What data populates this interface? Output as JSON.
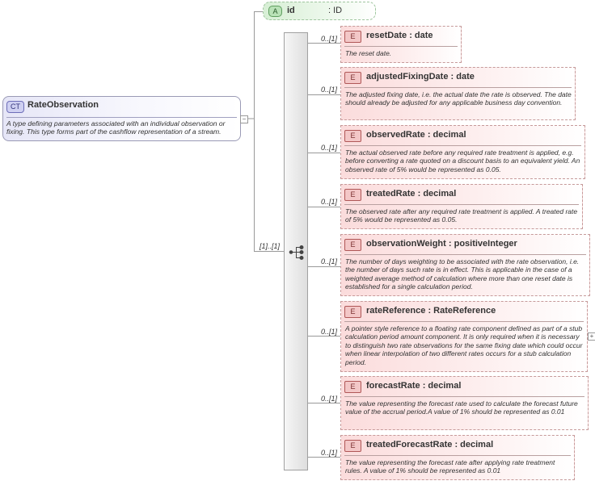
{
  "complex_type": {
    "badge": "CT",
    "name": "RateObservation",
    "description": "A type defining parameters associated with an individual observation or fixing. This type forms part of the cashflow representation of a stream."
  },
  "attribute": {
    "badge": "A",
    "name": "id",
    "type": ": ID"
  },
  "sequence": {
    "cardinality": "[1]..[1]"
  },
  "elements": [
    {
      "badge": "E",
      "name": "resetDate",
      "type": ": date",
      "cardinality": "0..[1]",
      "description": "The reset date."
    },
    {
      "badge": "E",
      "name": "adjustedFixingDate",
      "type": ": date",
      "cardinality": "0..[1]",
      "description": "The adjusted fixing date, i.e. the actual date the rate is observed. The date should already be adjusted for any applicable business day convention."
    },
    {
      "badge": "E",
      "name": "observedRate",
      "type": ": decimal",
      "cardinality": "0..[1]",
      "description": "The actual observed rate before any required rate treatment is applied, e.g. before converting a rate quoted on a discount basis to an equivalent yield. An observed rate of 5% would be represented as 0.05."
    },
    {
      "badge": "E",
      "name": "treatedRate",
      "type": ": decimal",
      "cardinality": "0..[1]",
      "description": "The observed rate after any required rate treatment is applied. A treated rate of 5% would be represented as 0.05."
    },
    {
      "badge": "E",
      "name": "observationWeight",
      "type": ": positiveInteger",
      "cardinality": "0..[1]",
      "description": "The number of days weighting to be associated with the rate observation, i.e. the number of days such rate is in effect. This is applicable in the case of a weighted average method of calculation where more than one reset date is established for a single calculation period."
    },
    {
      "badge": "E",
      "name": "rateReference",
      "type": ": RateReference",
      "cardinality": "0..[1]",
      "description": "A pointer style reference to a floating rate component defined as part of a stub calculation period amount component. It is only required when it is necessary to distinguish two rate observations for the same fixing date which could occur when linear interpolation of two different rates occurs for a stub calculation period."
    },
    {
      "badge": "E",
      "name": "forecastRate",
      "type": ": decimal",
      "cardinality": "0..[1]",
      "description": "The value representing the forecast rate used to calculate the forecast future value of the accrual period.A value of 1% should be represented as 0.01"
    },
    {
      "badge": "E",
      "name": "treatedForecastRate",
      "type": ": decimal",
      "cardinality": "0..[1]",
      "description": "The value representing the forecast rate after applying rate treatment rules. A value of 1% should be represented as 0.01"
    }
  ]
}
